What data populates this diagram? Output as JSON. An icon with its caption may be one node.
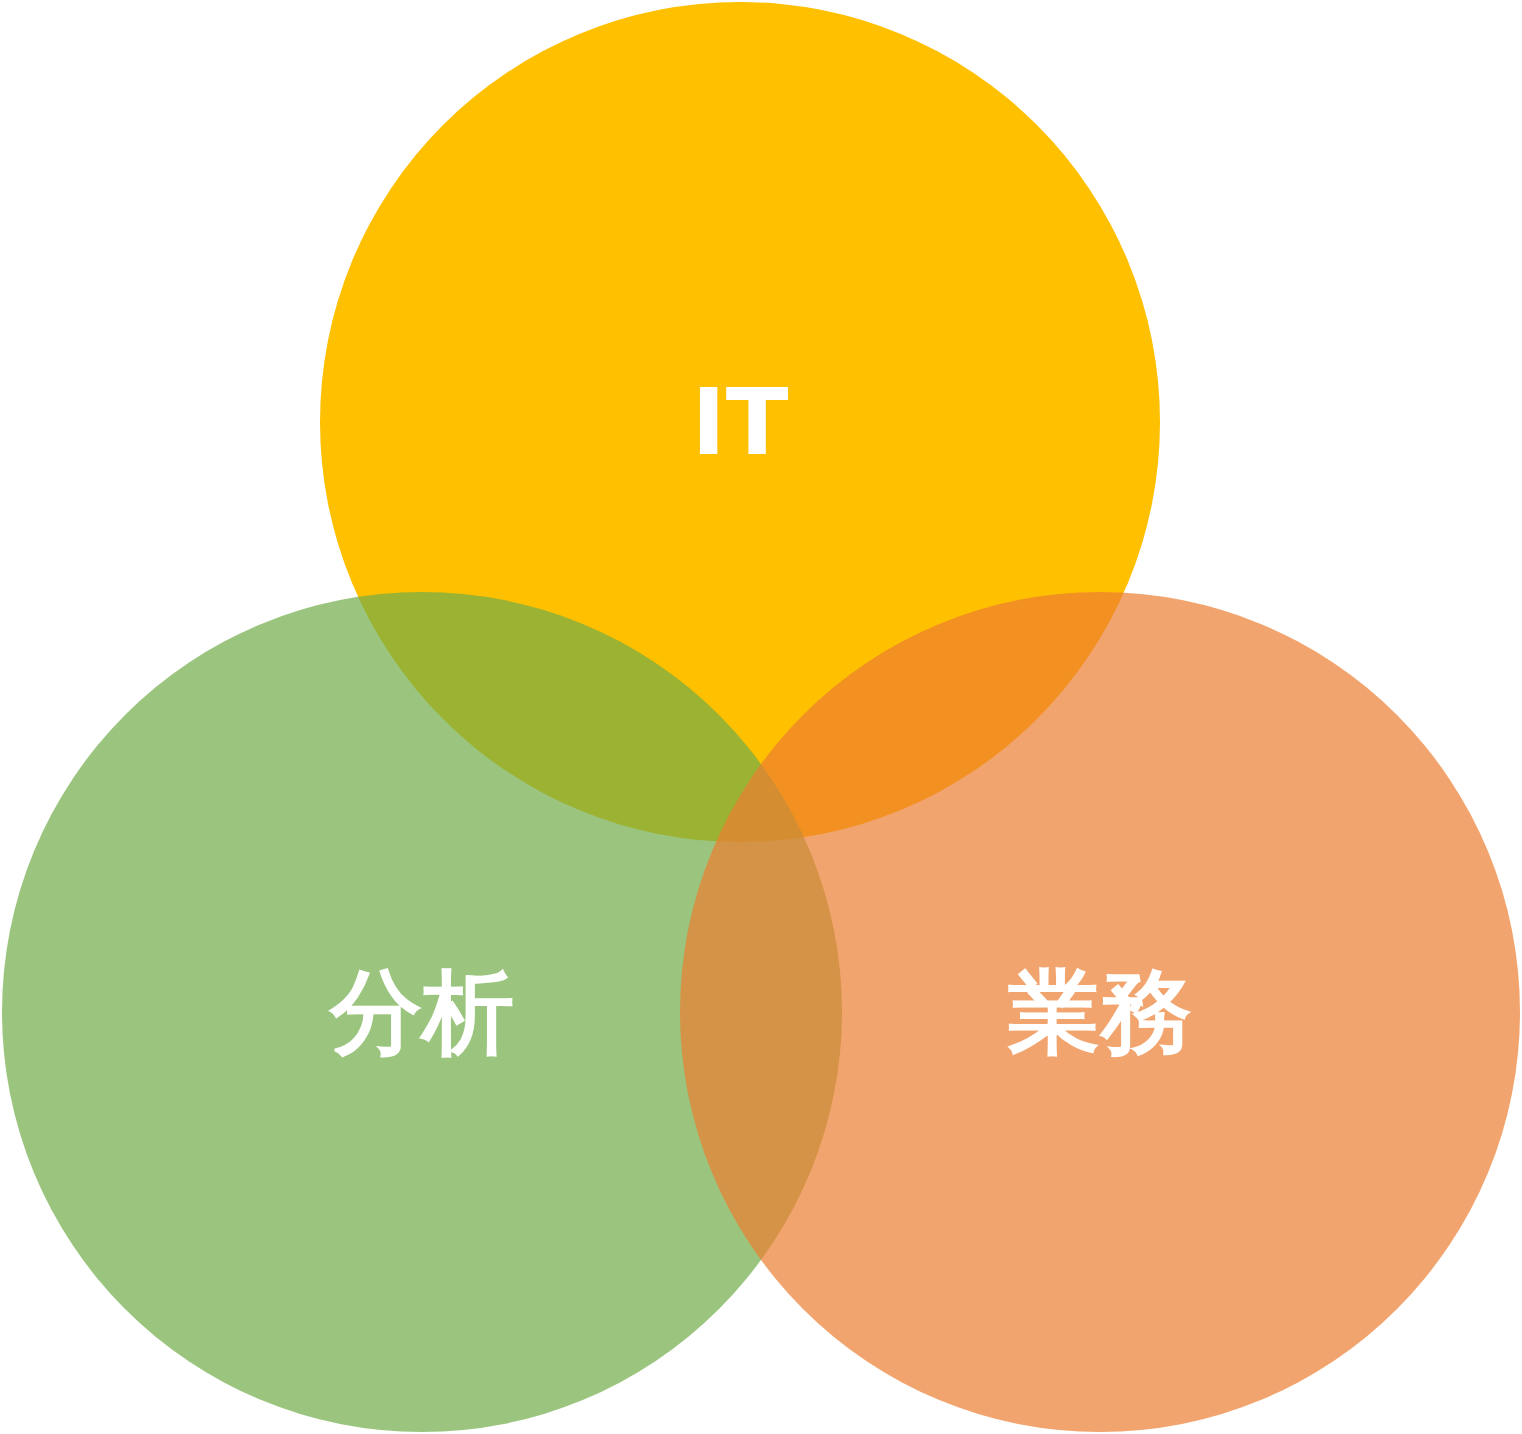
{
  "diagram": {
    "nodes": [
      {
        "text": [
          "IT"
        ]
      },
      {
        "text": [
          "分析"
        ]
      },
      {
        "text": [
          "業務"
        ]
      }
    ]
  }
}
